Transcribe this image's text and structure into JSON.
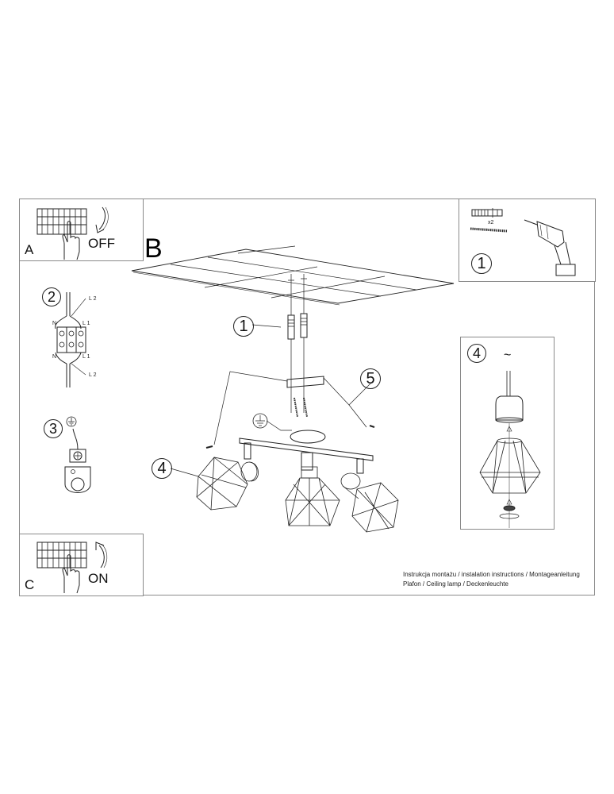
{
  "document": {
    "type": "Assembly instructions sheet",
    "footer": {
      "line1": "Instrukcja montażu / instalation instructions / Montageanleitung",
      "line2": "Plafon / Ceiling lamp / Deckenleuchte"
    }
  },
  "panels": {
    "a": {
      "letter": "A",
      "caption": "OFF",
      "icons": [
        "circuit-breaker-icon",
        "hand-pointer-icon",
        "arrow-down-icon"
      ]
    },
    "b": {
      "letter": "B"
    },
    "c": {
      "letter": "C",
      "caption": "ON",
      "icons": [
        "circuit-breaker-icon",
        "hand-pointer-icon",
        "arrow-up-icon"
      ]
    },
    "tools": {
      "step": "1",
      "quantity": "x2",
      "icons": [
        "wall-plug-icon",
        "screw-icon",
        "drill-icon"
      ]
    },
    "wiring": {
      "step": "2",
      "labels": [
        "L 2",
        "N",
        "L 1",
        "N",
        "L 1",
        "L 2"
      ]
    },
    "ground": {
      "step": "3",
      "icons": [
        "ground-symbol-icon",
        "ground-terminal-icon"
      ]
    },
    "shade_detail": {
      "step": "4",
      "symbol": "~"
    }
  },
  "main_diagram": {
    "callouts": [
      "1",
      "5",
      "4"
    ],
    "parts": [
      "ceiling-plane",
      "wall-plugs",
      "mounting-bracket",
      "screws",
      "canopy",
      "bar",
      "spot-heads",
      "wire-cage-shades",
      "ground-symbol"
    ]
  },
  "colors": {
    "line": "#222222",
    "frame": "#8a8a8a",
    "background": "#ffffff"
  }
}
